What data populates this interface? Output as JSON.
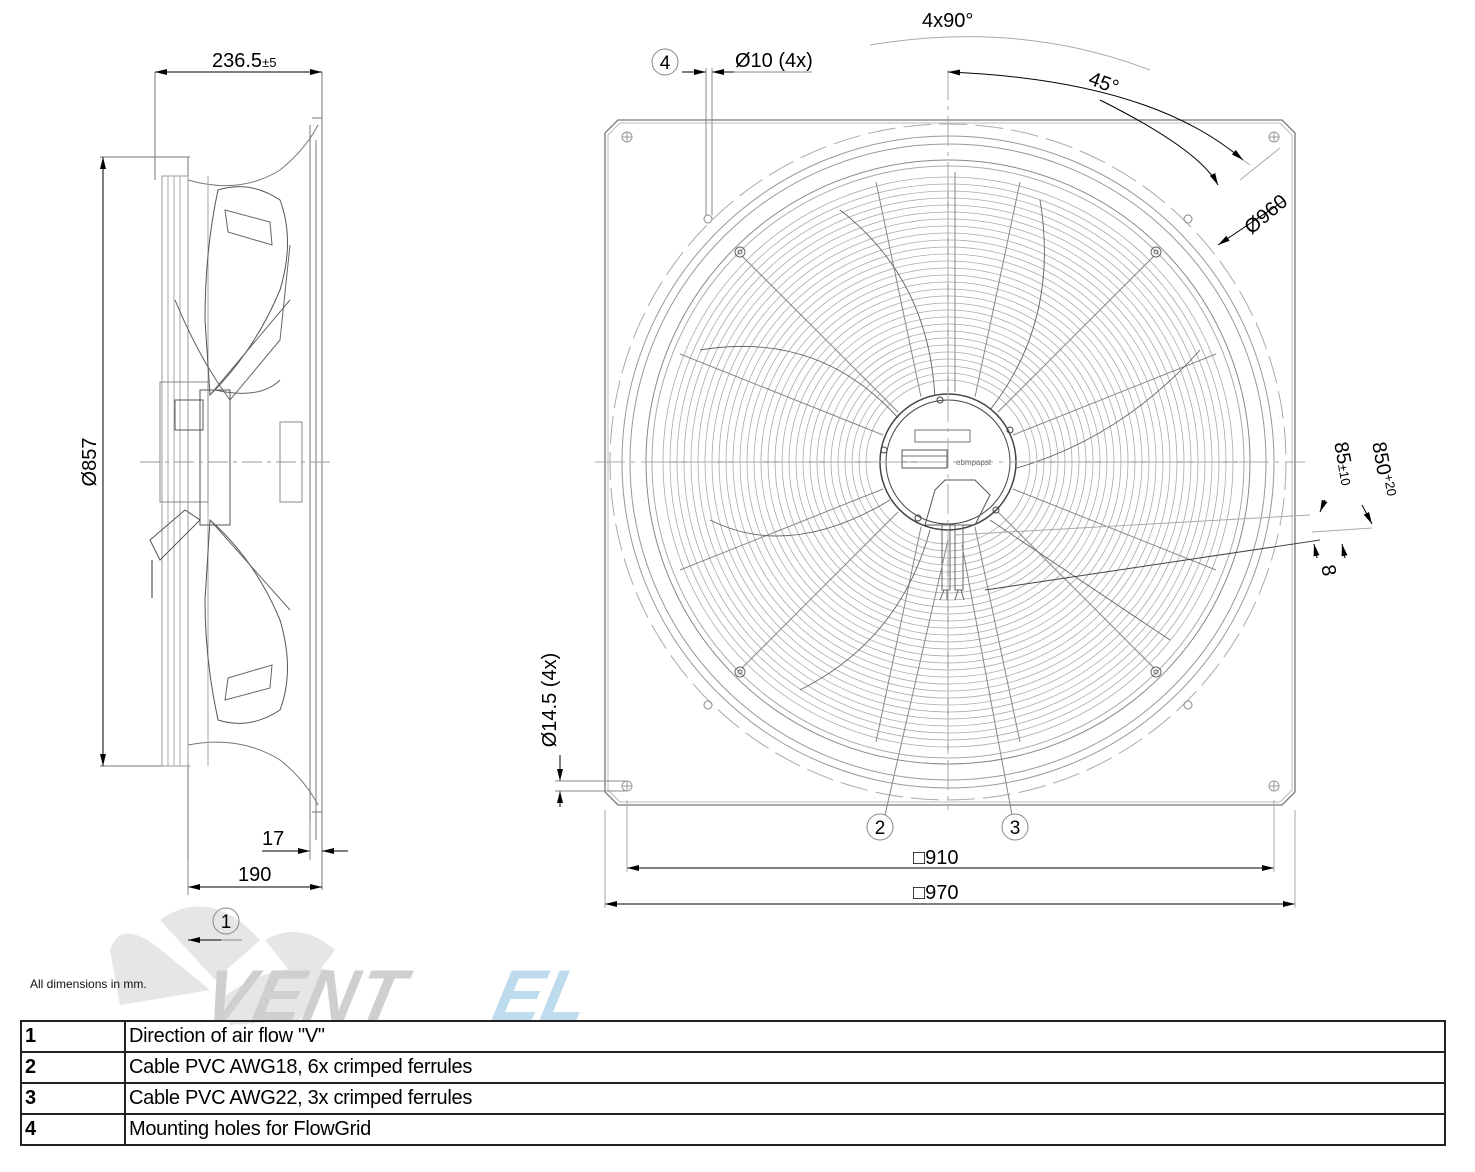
{
  "drawing": {
    "side_view": {
      "dim_overall_depth": "236.5",
      "dim_overall_depth_tol": "±5",
      "dim_diameter": "Ø857",
      "dim_nozzle_depth": "190",
      "dim_flange": "17"
    },
    "front_view": {
      "dim_angle_pattern": "4x90°",
      "dim_angle": "45°",
      "dim_hole_small": "Ø10 (4x)",
      "dim_bolt_circle": "Ø960",
      "dim_hole_large": "Ø14.5 (4x)",
      "dim_square_inner": "□910",
      "dim_square_outer": "□970",
      "dim_cable_short": "85",
      "dim_cable_short_tol": "±10",
      "dim_cable_long": "850",
      "dim_cable_long_tol": "+20",
      "dim_cable_offset": "8",
      "motor_brand_label": "ebmpapst"
    },
    "callouts": [
      "1",
      "2",
      "3",
      "4"
    ]
  },
  "note": "All dimensions in mm.",
  "watermark": {
    "part1": "VENT",
    "part2": "EL",
    "color_grey": "#c8c8c8",
    "color_blue": "#bcdcf0"
  },
  "legend": [
    {
      "num": "1",
      "desc": "Direction of air flow \"V\""
    },
    {
      "num": "2",
      "desc": "Cable PVC AWG18, 6x crimped ferrules"
    },
    {
      "num": "3",
      "desc": "Cable PVC AWG22, 3x crimped ferrules"
    },
    {
      "num": "4",
      "desc": "Mounting holes for FlowGrid"
    }
  ]
}
